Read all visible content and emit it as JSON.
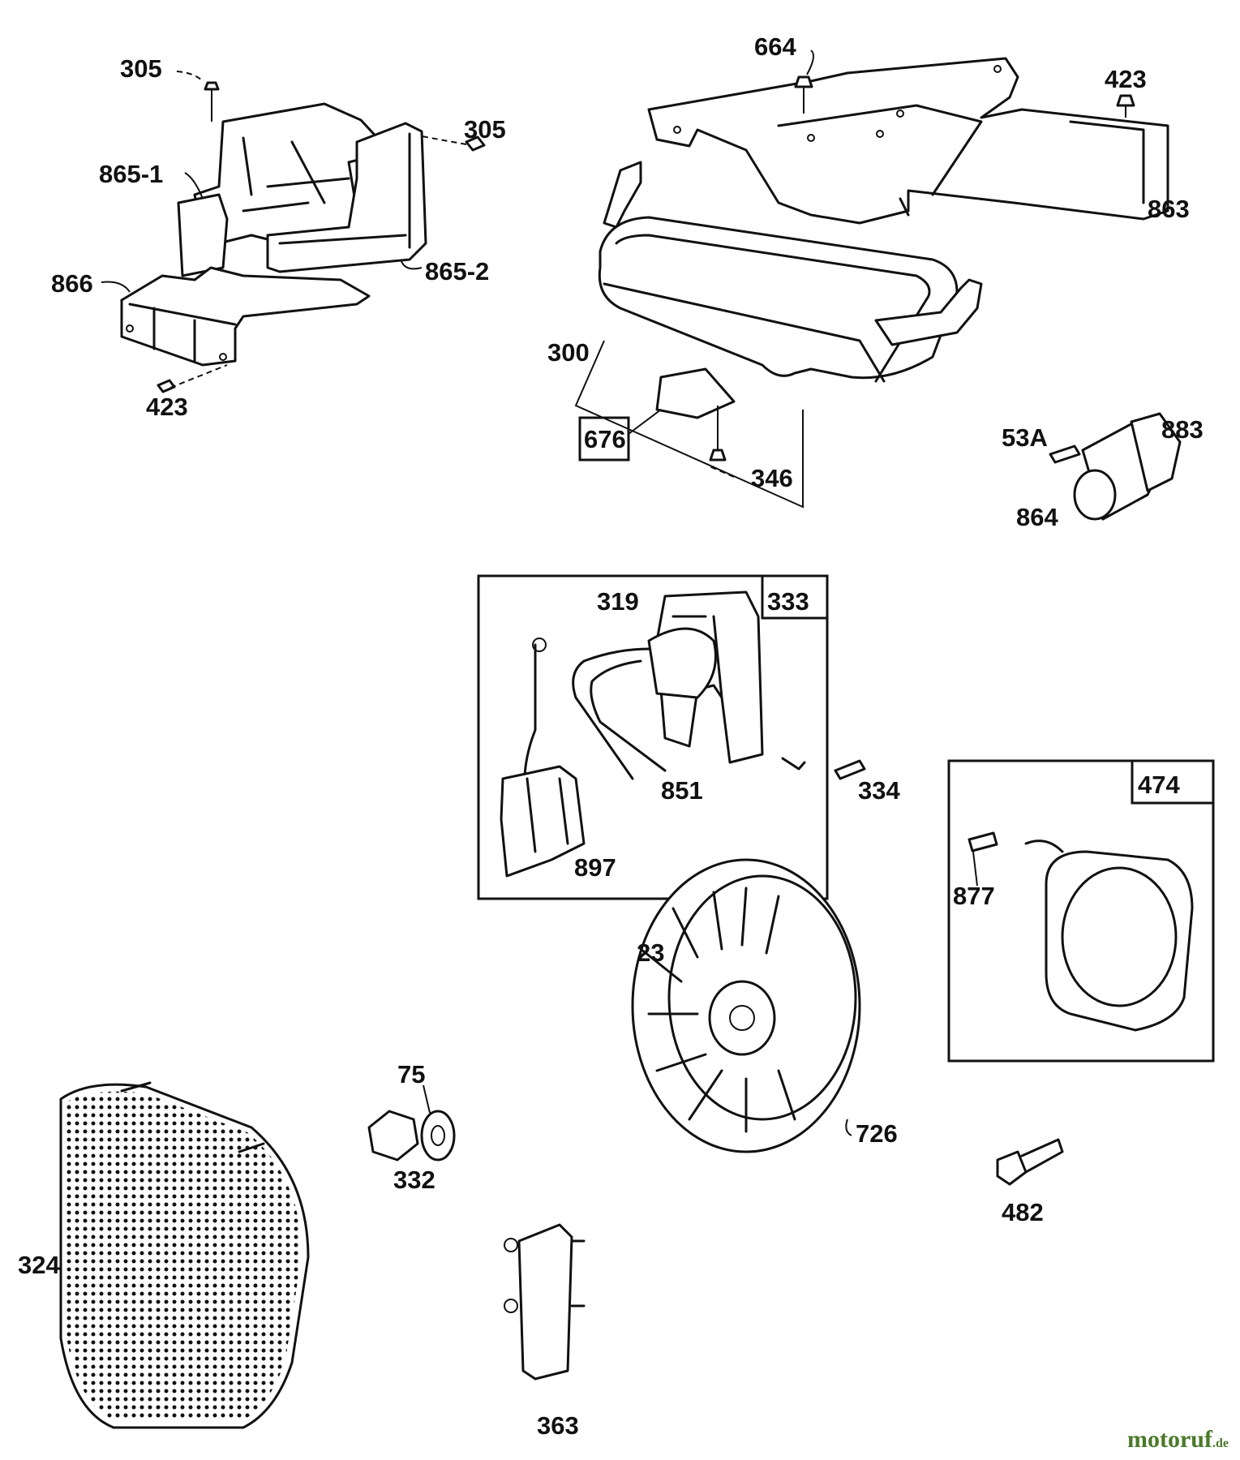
{
  "diagram": {
    "labels": [
      "305",
      "305",
      "865-1",
      "865-2",
      "866",
      "423",
      "664",
      "423",
      "863",
      "300",
      "676",
      "346",
      "53A",
      "883",
      "864",
      "319",
      "333",
      "851",
      "897",
      "334",
      "474",
      "877",
      "23",
      "726",
      "75",
      "332",
      "482",
      "324",
      "363"
    ]
  },
  "watermark": {
    "main": "motoruf",
    "tld": ".de"
  }
}
